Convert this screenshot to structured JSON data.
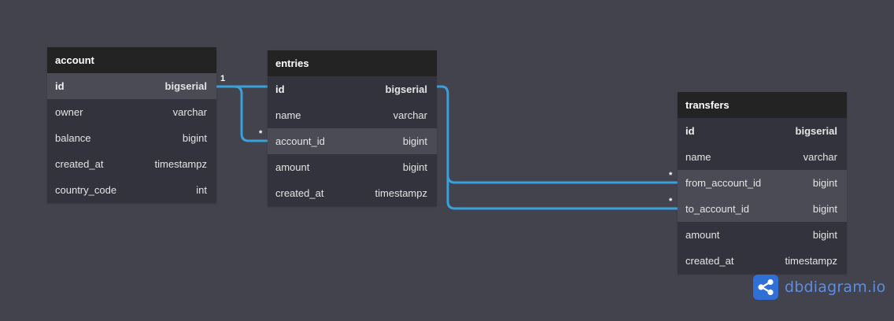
{
  "tables": [
    {
      "title": "account",
      "fields": [
        {
          "name": "id",
          "type": "bigserial"
        },
        {
          "name": "owner",
          "type": "varchar"
        },
        {
          "name": "balance",
          "type": "bigint"
        },
        {
          "name": "created_at",
          "type": "timestampz"
        },
        {
          "name": "country_code",
          "type": "int"
        }
      ]
    },
    {
      "title": "entries",
      "fields": [
        {
          "name": "id",
          "type": "bigserial"
        },
        {
          "name": "name",
          "type": "varchar"
        },
        {
          "name": "account_id",
          "type": "bigint"
        },
        {
          "name": "amount",
          "type": "bigint"
        },
        {
          "name": "created_at",
          "type": "timestampz"
        }
      ]
    },
    {
      "title": "transfers",
      "fields": [
        {
          "name": "id",
          "type": "bigserial"
        },
        {
          "name": "name",
          "type": "varchar"
        },
        {
          "name": "from_account_id",
          "type": "bigint"
        },
        {
          "name": "to_account_id",
          "type": "bigint"
        },
        {
          "name": "amount",
          "type": "bigint"
        },
        {
          "name": "created_at",
          "type": "timestampz"
        }
      ]
    }
  ],
  "relations": {
    "r1_one": "1",
    "r1_many": "*",
    "r2_many": "*",
    "r3_many": "*"
  },
  "colors": {
    "background": "#43434e",
    "link": "#3aa0dc",
    "header": "#232323"
  },
  "brand": {
    "name": "dbdiagram",
    "suffix": ".io",
    "icon": "share-nodes-icon"
  }
}
